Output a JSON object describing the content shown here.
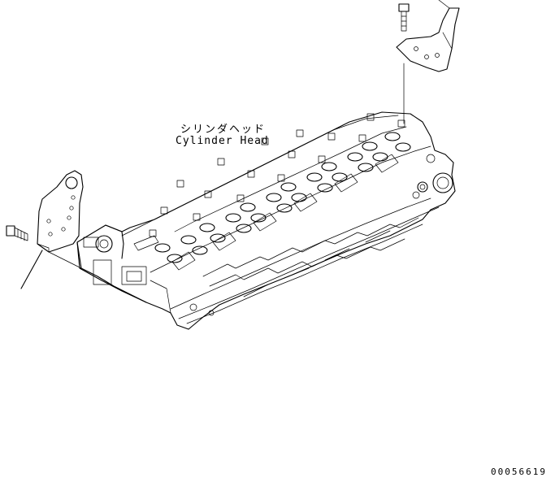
{
  "labels": {
    "part_name_ja": "シリンダヘッド",
    "part_name_en": "Cylinder Head",
    "drawing_code": "00056619"
  },
  "colors": {
    "line": "#000000",
    "background": "#ffffff"
  }
}
